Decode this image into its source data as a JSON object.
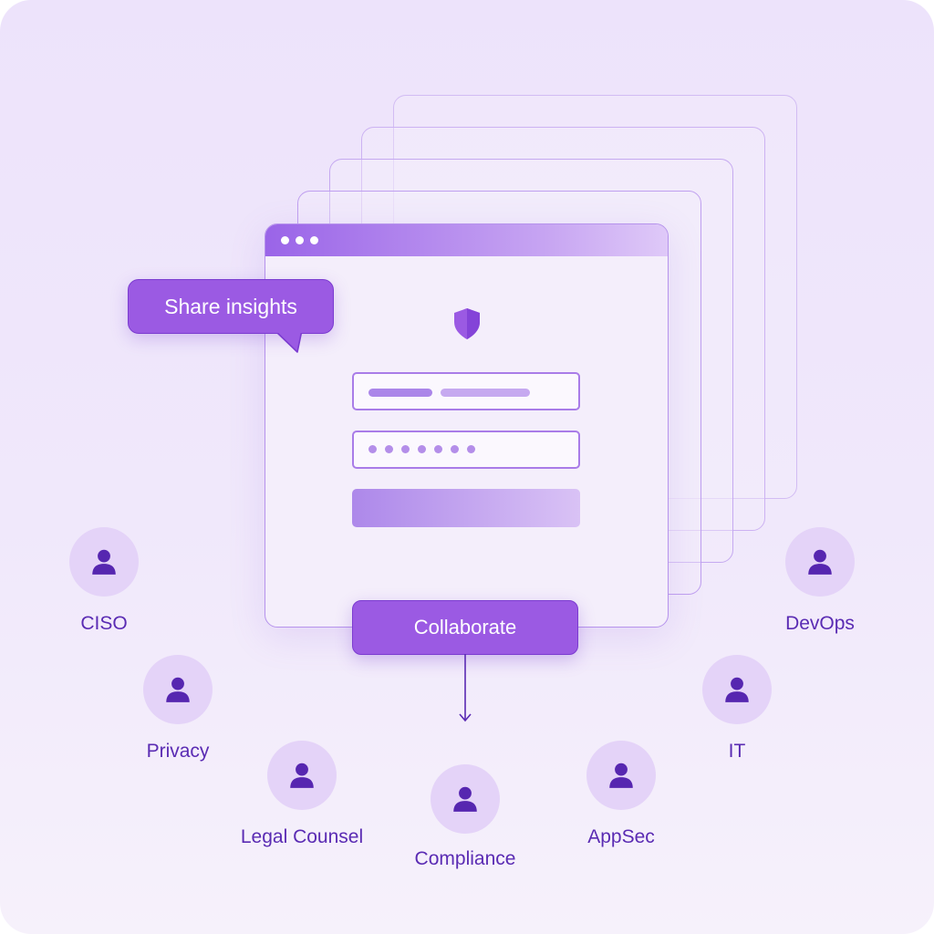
{
  "bubble": {
    "label": "Share insights"
  },
  "collaborate": {
    "label": "Collaborate"
  },
  "roles": [
    {
      "id": "ciso",
      "label": "CISO"
    },
    {
      "id": "privacy",
      "label": "Privacy"
    },
    {
      "id": "legal-counsel",
      "label": "Legal Counsel"
    },
    {
      "id": "compliance",
      "label": "Compliance"
    },
    {
      "id": "appsec",
      "label": "AppSec"
    },
    {
      "id": "it",
      "label": "IT"
    },
    {
      "id": "devops",
      "label": "DevOps"
    }
  ],
  "icons": {
    "shield": "shield-icon",
    "person": "user-icon",
    "arrow": "arrow-down-icon"
  },
  "colors": {
    "accent": "#9b5ae3",
    "accent_dark": "#7b3bd0",
    "role_text": "#5a2bb3",
    "avatar_bg": "#e4d3f8",
    "person_icon": "#5626b0"
  }
}
